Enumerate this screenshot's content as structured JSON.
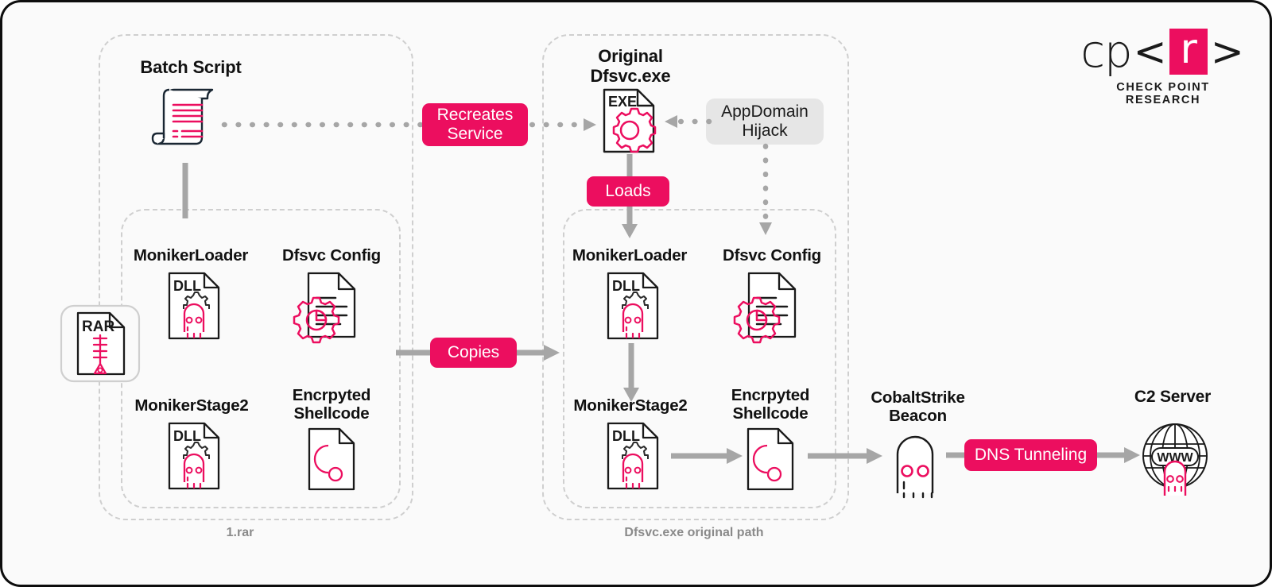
{
  "logo": {
    "text_left": "cp",
    "bracket_left": "<",
    "letter": "r",
    "bracket_right": ">",
    "tagline": "CHECK POINT RESEARCH",
    "accent": "#ec0e5f"
  },
  "colors": {
    "accent_pink": "#ec0e5f",
    "arrow_grey": "#a6a6a6",
    "panel_dash": "#cfcfcf",
    "ink": "#111111",
    "caption_grey": "#8a8a8a",
    "grey_pill_bg": "#e6e6e6",
    "background": "#fafafa"
  },
  "panels": [
    {
      "name": "rar-archive-panel",
      "caption": "1.rar"
    },
    {
      "name": "dfsvc-path-panel",
      "caption": "Dfsvc.exe original path"
    }
  ],
  "nodes": {
    "batch_script": {
      "label": "Batch Script",
      "icon": "script-icon"
    },
    "rar_archive": {
      "label": "RAR",
      "icon": "rar-archive-icon"
    },
    "left_moniker_loader": {
      "label": "MonikerLoader",
      "icon": "dll-ghost-icon",
      "badge": "DLL"
    },
    "left_dfsvc_config": {
      "label": "Dfsvc Config",
      "icon": "config-gear-document-icon"
    },
    "left_moniker_stage2": {
      "label": "MonikerStage2",
      "icon": "dll-ghost-icon",
      "badge": "DLL"
    },
    "left_shellcode": {
      "label": "Encrpyted\nShellcode",
      "icon": "shellcode-document-icon"
    },
    "original_dfsvc": {
      "label": "Original\nDfsvc.exe",
      "icon": "exe-gear-icon",
      "badge": "EXE"
    },
    "right_moniker_loader": {
      "label": "MonikerLoader",
      "icon": "dll-ghost-icon",
      "badge": "DLL"
    },
    "right_dfsvc_config": {
      "label": "Dfsvc Config",
      "icon": "config-gear-document-icon"
    },
    "right_moniker_stage2": {
      "label": "MonikerStage2",
      "icon": "dll-ghost-icon",
      "badge": "DLL"
    },
    "right_shellcode": {
      "label": "Encrpyted\nShellcode",
      "icon": "shellcode-document-icon"
    },
    "cobalt_beacon": {
      "label": "CobaltStrike\nBeacon",
      "icon": "ghost-icon"
    },
    "c2_server": {
      "label": "C2 Server",
      "icon": "globe-www-skull-icon",
      "globe_text": "WWW"
    }
  },
  "edges": {
    "recreates_service": {
      "label": "Recreates\nService",
      "style": "pink-pill",
      "line": "dotted"
    },
    "appdomain_hijack": {
      "label": "AppDomain\nHijack",
      "style": "grey-pill",
      "line": "dotted"
    },
    "loads": {
      "label": "Loads",
      "style": "pink-pill",
      "line": "solid"
    },
    "copies": {
      "label": "Copies",
      "style": "pink-pill",
      "line": "solid"
    },
    "dns_tunneling": {
      "label": "DNS Tunneling",
      "style": "pink-pill",
      "line": "solid"
    }
  }
}
